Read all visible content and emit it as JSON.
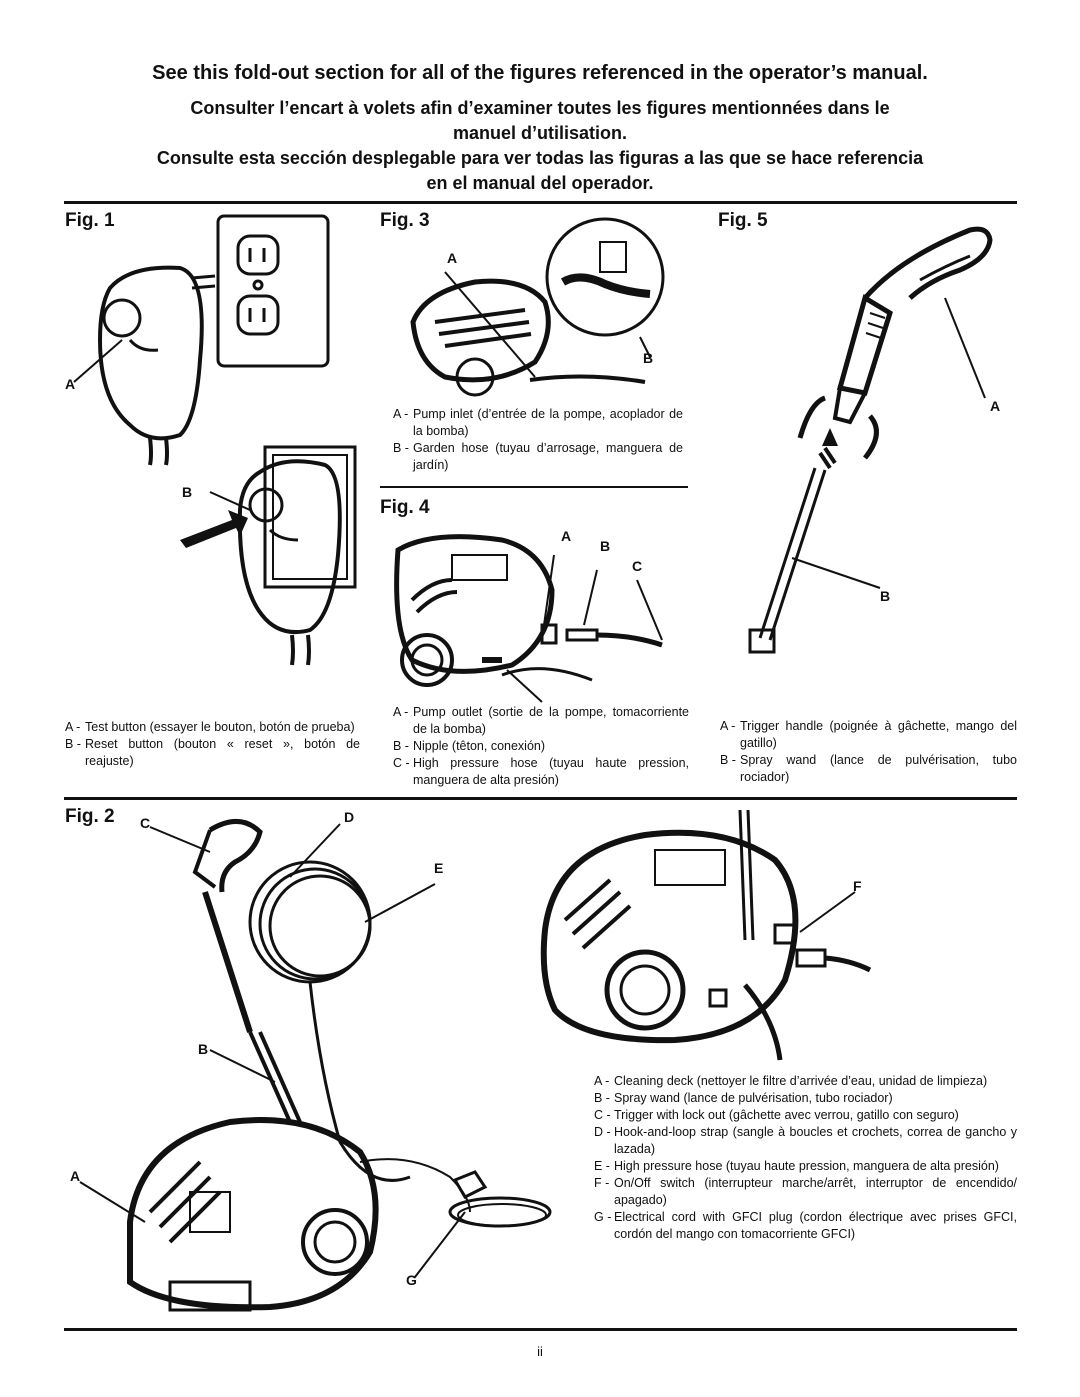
{
  "header": {
    "en": "See this fold-out section for all of the figures referenced in the operator’s manual.",
    "fr_line1": "Consulter l’encart à volets afin d’examiner toutes les figures mentionnées dans le",
    "fr_line2": "manuel d’utilisation.",
    "es_line1": "Consulte esta sección desplegable para ver todas las figuras a las que se hace referencia",
    "es_line2": "en el manual del operador."
  },
  "fig1": {
    "label": "Fig. 1",
    "callouts": [
      "A",
      "B"
    ],
    "captions": [
      {
        "key": "A -",
        "text": "Test button (essayer le bouton, botón de prueba)"
      },
      {
        "key": "B -",
        "text": "Reset button (bouton « reset », botón de reajuste)"
      }
    ]
  },
  "fig3": {
    "label": "Fig. 3",
    "callouts": [
      "A",
      "B"
    ],
    "captions": [
      {
        "key": "A -",
        "text": "Pump inlet (d’entrée de la pompe, acoplador de la bomba)"
      },
      {
        "key": "B -",
        "text": "Garden hose (tuyau d’arrosage, manguera de jardín)"
      }
    ]
  },
  "fig4": {
    "label": "Fig. 4",
    "callouts": [
      "A",
      "B",
      "C"
    ],
    "captions": [
      {
        "key": "A -",
        "text": "Pump outlet (sortie de la pompe, tomacorriente de la bomba)"
      },
      {
        "key": "B -",
        "text": "Nipple (têton, conexión)"
      },
      {
        "key": "C -",
        "text": "High pressure hose (tuyau haute pression, manguera de alta presión)"
      }
    ]
  },
  "fig5": {
    "label": "Fig. 5",
    "callouts": [
      "A",
      "B"
    ],
    "captions": [
      {
        "key": "A -",
        "text": "Trigger handle (poignée à gâchette, mango del gatillo)"
      },
      {
        "key": "B -",
        "text": "Spray wand (lance de pulvérisation, tubo rociador)"
      }
    ]
  },
  "fig2": {
    "label": "Fig. 2",
    "callouts": [
      "C",
      "D",
      "E",
      "F",
      "B",
      "A",
      "G"
    ],
    "captions": [
      {
        "key": "A -",
        "text": "Cleaning deck (nettoyer le filtre d’arrivée d’eau, unidad de limpieza)"
      },
      {
        "key": "B -",
        "text": "Spray wand (lance de pulvérisation, tubo rociador)"
      },
      {
        "key": "C -",
        "text": "Trigger with lock out (gâchette avec verrou, gatillo con seguro)"
      },
      {
        "key": "D -",
        "text": "Hook-and-loop strap (sangle à boucles et crochets, correa de gancho y lazada)"
      },
      {
        "key": "E -",
        "text": "High pressure hose (tuyau haute pression, manguera de alta presión)"
      },
      {
        "key": "F -",
        "text": "On/Off switch (interrupteur marche/arrêt, interruptor de encendido/ apagado)"
      },
      {
        "key": "G -",
        "text": "Electrical cord with GFCI plug (cordon électrique avec prises GFCI, cordón del mango con tomacorriente GFCI)"
      }
    ]
  },
  "footer": {
    "page_number": "ii"
  },
  "colors": {
    "ink": "#111111",
    "paper": "#ffffff"
  }
}
